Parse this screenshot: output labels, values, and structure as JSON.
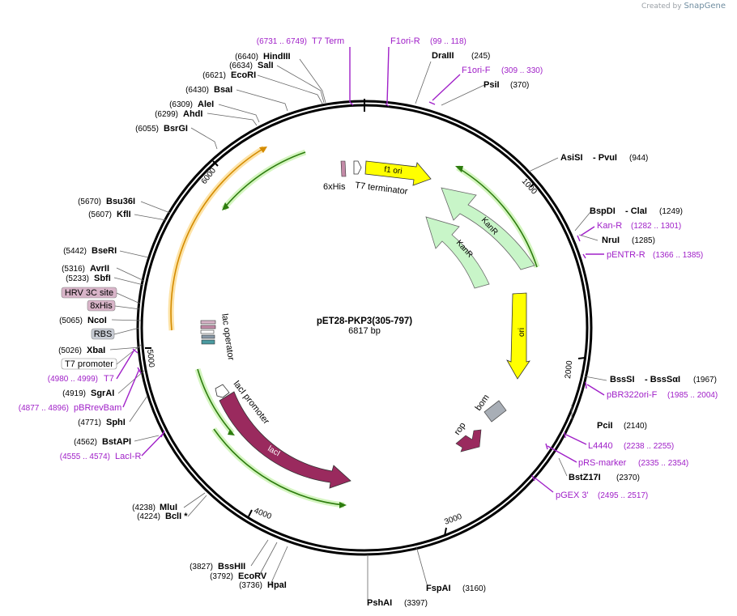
{
  "credit": {
    "prefix": "Created by",
    "brand": "SnapGene"
  },
  "plasmid": {
    "name": "pET28-PKP3(305-797)",
    "length_label": "6817 bp"
  },
  "ticks": [
    "1000",
    "2000",
    "3000",
    "4000",
    "5000",
    "6000"
  ],
  "enzymes": [
    {
      "name": "HindIII",
      "pos": "(6640)"
    },
    {
      "name": "SalI",
      "pos": "(6634)"
    },
    {
      "name": "EcoRI",
      "pos": "(6621)"
    },
    {
      "name": "BsaI",
      "pos": "(6430)"
    },
    {
      "name": "AleI",
      "pos": "(6309)"
    },
    {
      "name": "AhdI",
      "pos": "(6299)"
    },
    {
      "name": "BsrGI",
      "pos": "(6055)"
    },
    {
      "name": "Bsu36I",
      "pos": "(5670)"
    },
    {
      "name": "KflI",
      "pos": "(5607)"
    },
    {
      "name": "BseRI",
      "pos": "(5442)"
    },
    {
      "name": "AvrII",
      "pos": "(5316)"
    },
    {
      "name": "SbfI",
      "pos": "(5233)"
    },
    {
      "name": "NcoI",
      "pos": "(5065)"
    },
    {
      "name": "XbaI",
      "pos": "(5026)"
    },
    {
      "name": "SgrAI",
      "pos": "(4919)"
    },
    {
      "name": "SphI",
      "pos": "(4771)"
    },
    {
      "name": "BstAPI",
      "pos": "(4562)"
    },
    {
      "name": "MluI",
      "pos": "(4238)"
    },
    {
      "name": "BclI *",
      "pos": "(4224)"
    },
    {
      "name": "BssHII",
      "pos": "(3827)"
    },
    {
      "name": "EcoRV",
      "pos": "(3792)"
    },
    {
      "name": "HpaI",
      "pos": "(3736)"
    },
    {
      "name": "PshAI",
      "pos": "(3397)"
    },
    {
      "name": "FspAI",
      "pos": "(3160)"
    },
    {
      "name": "BstZ17I",
      "pos": "(2370)"
    },
    {
      "name": "PciI",
      "pos": "(2140)"
    },
    {
      "name": "BssSI",
      "name2": "BssSαI",
      "pos": "(1967)"
    },
    {
      "name": "NruI",
      "pos": "(1285)"
    },
    {
      "name": "BspDI",
      "name2": "ClaI",
      "pos": "(1249)"
    },
    {
      "name": "AsiSI",
      "name2": "PvuI",
      "pos": "(944)"
    },
    {
      "name": "PsiI",
      "pos": "(370)"
    },
    {
      "name": "DraIII",
      "pos": "(245)"
    }
  ],
  "primers": [
    {
      "name": "T7 Term",
      "pos": "(6731 .. 6749)"
    },
    {
      "name": "F1ori-R",
      "pos": "(99 .. 118)"
    },
    {
      "name": "F1ori-F",
      "pos": "(309 .. 330)"
    },
    {
      "name": "Kan-R",
      "pos": "(1282 .. 1301)"
    },
    {
      "name": "pENTR-R",
      "pos": "(1366 .. 1385)"
    },
    {
      "name": "pBR322ori-F",
      "pos": "(1985 .. 2004)"
    },
    {
      "name": "L4440",
      "pos": "(2238 .. 2255)"
    },
    {
      "name": "pRS-marker",
      "pos": "(2335 .. 2354)"
    },
    {
      "name": "pGEX 3'",
      "pos": "(2495 .. 2517)"
    },
    {
      "name": "LacI-R",
      "pos": "(4555 .. 4574)"
    },
    {
      "name": "pBRrevBam",
      "pos": "(4877 .. 4896)"
    },
    {
      "name": "T7",
      "pos": "(4980 .. 4999)"
    }
  ],
  "boxed_features": [
    {
      "name": "HRV 3C site",
      "color": "#d8b4c8"
    },
    {
      "name": "8xHis",
      "color": "#d8b4c8"
    },
    {
      "name": "RBS",
      "color": "#c8ccd4"
    },
    {
      "name": "T7 promoter",
      "color": "#ffffff"
    }
  ],
  "features": {
    "f1_ori": "f1 ori",
    "t7_terminator": "T7 terminator",
    "his6": "6xHis",
    "kanr": "KanR",
    "ori": "ori",
    "bom": "bom",
    "rop": "rop",
    "laci": "lacI",
    "laci_promoter": "lacI promoter",
    "lac_operator": "lac operator"
  },
  "colors": {
    "backbone": "#000000",
    "f1_ori": "#ffff00",
    "kanr": "#c8f5c8",
    "ori": "#ffff00",
    "laci": "#9a2a5e",
    "rop": "#9a2a5e",
    "bom": "#a8aeb6",
    "green_orf": "#2e7d0f",
    "orange_orf": "#e8a000",
    "primer": "#a020c8"
  }
}
